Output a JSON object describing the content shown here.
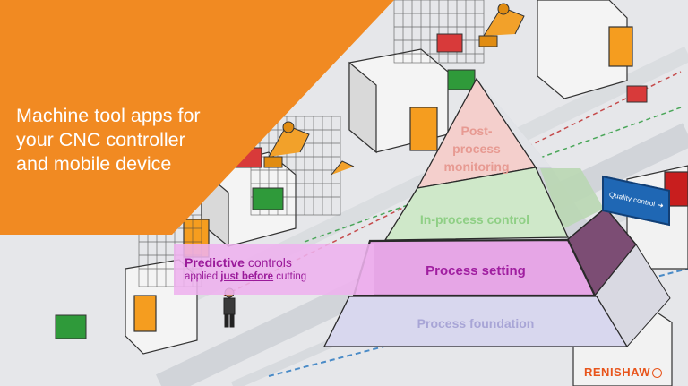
{
  "headline": {
    "line1": "Machine tool apps for",
    "line2": "your CNC controller",
    "line3": "and mobile device"
  },
  "pyramid": {
    "tier_top_line1": "Post-",
    "tier_top_line2": "process",
    "tier_top_line3": "monitoring",
    "tier_2": "In-process control",
    "tier_3": "Process setting",
    "tier_4": "Process foundation"
  },
  "callout": {
    "bold": "Predictive",
    "rest": " controls",
    "line2_prefix": "applied ",
    "line2_bold": "just before",
    "line2_suffix": " cutting"
  },
  "sign": {
    "text": "Quality control"
  },
  "brand": {
    "name": "RENISHAW"
  },
  "colors": {
    "orange": "#f18a22",
    "tier_top": "#f4cfcc",
    "tier_top_text": "#e79a92",
    "tier_2": "#cfe8c9",
    "tier_2_text": "#8fcf85",
    "tier_3": "#e6a6e6",
    "tier_3_text": "#a01ea0",
    "tier_4": "#d8d7ee",
    "tier_4_text": "#a8a5d6",
    "callout_text": "#9a1a9a",
    "brand": "#e8551c"
  }
}
